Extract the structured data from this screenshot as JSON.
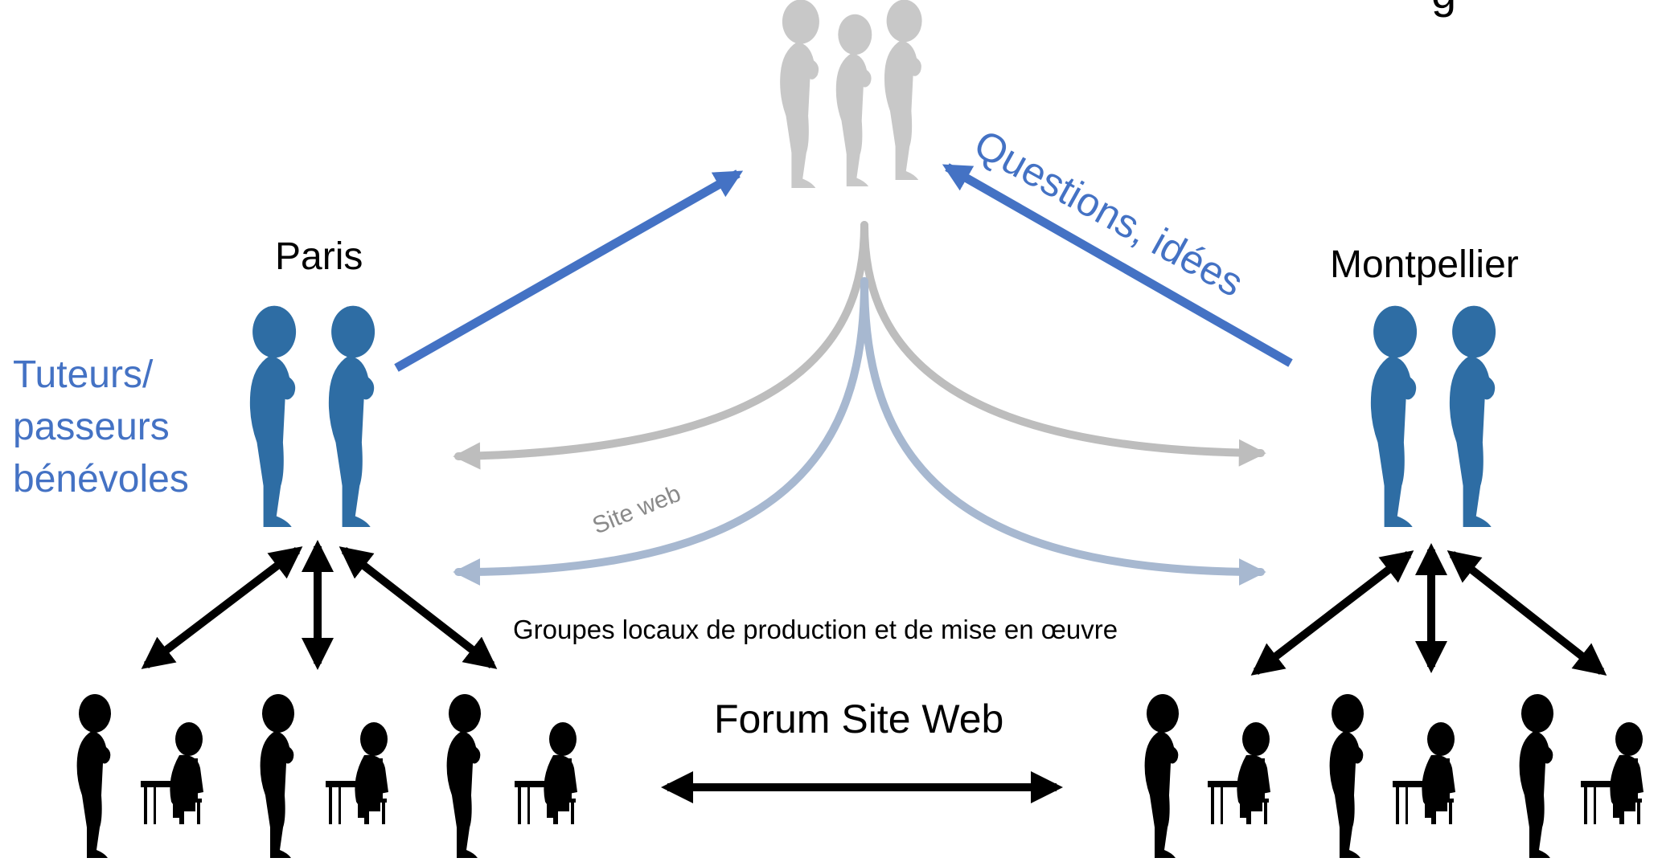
{
  "labels": {
    "top_right_fragment": "g",
    "paris": "Paris",
    "montpellier": "Montpellier",
    "tutors_line1": "Tuteurs/",
    "tutors_line2": "passeurs",
    "tutors_line3": "bénévoles",
    "questions": "Questions, idées",
    "site_web": "Site web",
    "local_groups": "Groupes locaux de production et de mise en œuvre",
    "forum": "Forum Site Web"
  },
  "colors": {
    "accent_blue": "#4472C4",
    "tutor_blue": "#2E6DA4",
    "central_gray": "#C8C8C8",
    "curve_gray": "#BDBDBD",
    "curve_blue_gray": "#A7B8D0",
    "black": "#000000",
    "site_text_gray": "#8A8A8A"
  },
  "icons": [
    "central-coordinators-figures",
    "tutor-figure",
    "student-standing-figure",
    "student-seated-at-desk-figure"
  ]
}
